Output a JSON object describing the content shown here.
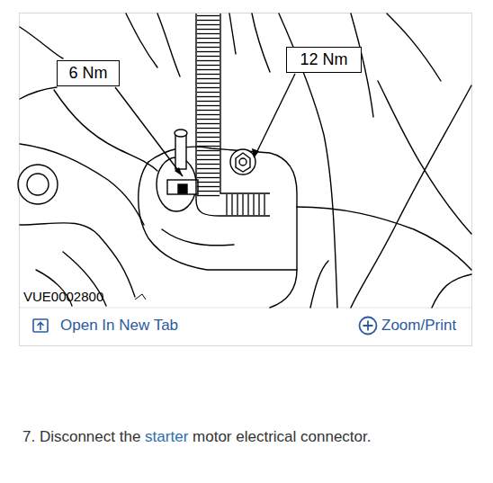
{
  "diagram": {
    "nodes": [
      {
        "text": [
          "6 Nm"
        ]
      },
      {
        "text": [
          "12 Nm"
        ]
      }
    ],
    "labels": [
      "VUE0002800",
      "Open In New Tab",
      "Zoom/Print",
      "7. Disconnect the",
      "starter",
      "motor electrical connector."
    ]
  }
}
